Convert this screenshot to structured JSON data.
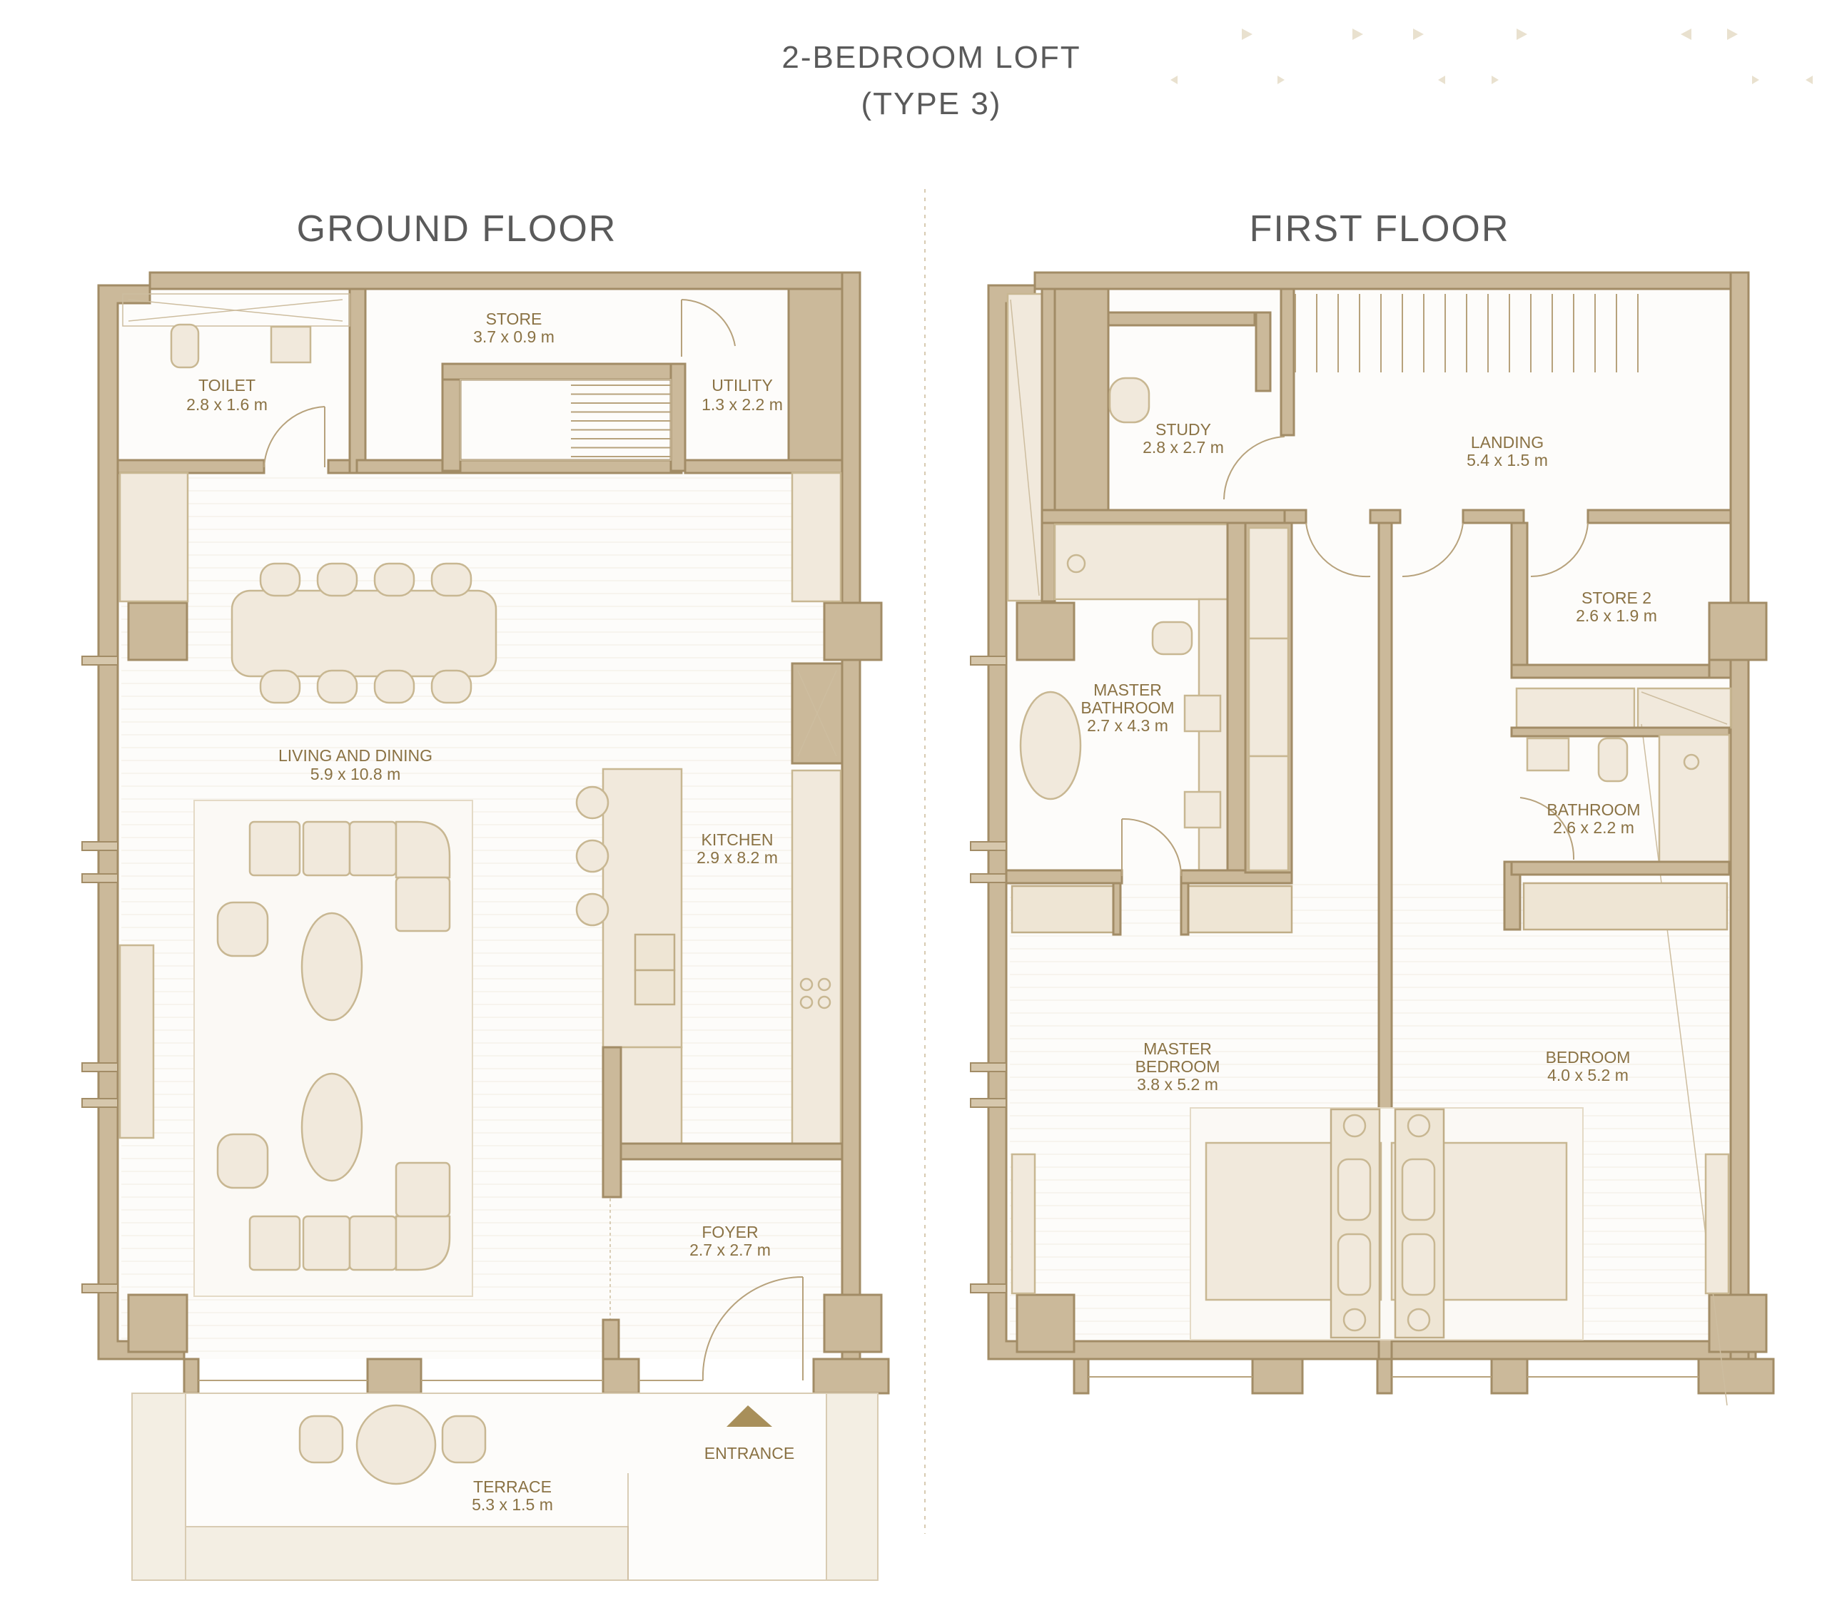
{
  "header": {
    "title_line1": "2-BEDROOM LOFT",
    "title_line2": "(TYPE 3)"
  },
  "floors": {
    "ground": {
      "label": "GROUND FLOOR"
    },
    "first": {
      "label": "FIRST FLOOR"
    }
  },
  "rooms": {
    "toilet": {
      "name": "TOILET",
      "dim": "2.8 x 1.6 m"
    },
    "store": {
      "name": "STORE",
      "dim": "3.7 x 0.9 m"
    },
    "utility": {
      "name": "UTILITY",
      "dim": "1.3 x 2.2 m"
    },
    "living": {
      "name": "LIVING AND DINING",
      "dim": "5.9 x 10.8 m"
    },
    "kitchen": {
      "name": "KITCHEN",
      "dim": "2.9 x 8.2 m"
    },
    "foyer": {
      "name": "FOYER",
      "dim": "2.7 x 2.7 m"
    },
    "terrace": {
      "name": "TERRACE",
      "dim": "5.3 x 1.5 m"
    },
    "entrance": {
      "name": "ENTRANCE"
    },
    "study": {
      "name": "STUDY",
      "dim": "2.8 x 2.7 m"
    },
    "landing": {
      "name": "LANDING",
      "dim": "5.4 x 1.5 m"
    },
    "store2": {
      "name": "STORE 2",
      "dim": "2.6 x 1.9 m"
    },
    "master_bath": {
      "name_line1": "MASTER",
      "name_line2": "BATHROOM",
      "dim": "2.7 x 4.3 m"
    },
    "bathroom": {
      "name": "BATHROOM",
      "dim": "2.6 x 2.2 m"
    },
    "master_bed": {
      "name_line1": "MASTER",
      "name_line2": "BEDROOM",
      "dim": "3.8 x 5.2 m"
    },
    "bedroom": {
      "name": "BEDROOM",
      "dim": "4.0 x 5.2 m"
    }
  },
  "colors": {
    "wall": "#cbb99a",
    "furniture": "#f1e9dc",
    "label": "#8a7244",
    "title": "#5a5a5a"
  }
}
